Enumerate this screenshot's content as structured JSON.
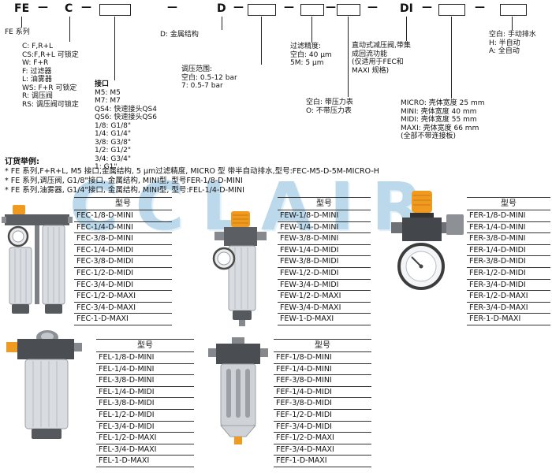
{
  "watermark": "CCLAIR",
  "code_builder": {
    "prefix": "FE",
    "type_code": "C",
    "structure_code": "D",
    "di_code": "DI",
    "dash": "—"
  },
  "annotations": {
    "series_label": "FE 系列",
    "type_options": [
      "C: F,R+L",
      "CS:F,R+L 可锁定",
      "W: F+R",
      "F: 过滤器",
      "L: 油雾器",
      "WS: F+R 可锁定",
      "R: 调压阀",
      "RS: 调压阀可锁定"
    ],
    "port_title": "接口",
    "port_options": [
      "M5: M5",
      "M7: M7",
      "QS4: 快速接头QS4",
      "QS6: 快速接头QS6",
      "1/8: G1/8\"",
      "1/4: G1/4\"",
      "3/8: G3/8\"",
      "1/2: G1/2\"",
      "3/4: G3/4\"",
      "1: G1\""
    ],
    "structure_label": "D: 金属结构",
    "pressure_range_title": "调压范围:",
    "pressure_range_options": [
      "空白: 0.5-12 bar",
      "7: 0.5-7 bar"
    ],
    "filtration_title": "过滤精度:",
    "filtration_options": [
      "空白: 40 μm",
      "5M: 5 μm"
    ],
    "gauge_options": [
      "空白: 带压力表",
      "O: 不带压力表"
    ],
    "di_lines": [
      "直动式减压阀,带集",
      "成回流功能",
      "(仅适用于FEC和",
      "MAXI 规格)"
    ],
    "size_lines": [
      "MICRO: 壳体宽度 25 mm",
      "MINI: 壳体宽度 40 mm",
      "MIDI: 壳体宽度 55 mm",
      "MAXI: 壳体宽度 66 mm",
      "(全部不带连接板)"
    ],
    "drain_options": [
      "空白: 手动排水",
      "H: 半自动",
      "A: 全自动"
    ]
  },
  "ordering": {
    "title": "订货举例:",
    "examples": [
      "* FE 系列,F+R+L, M5 接口,金属结构, 5 μm过滤精度, MICRO 型 带半自动排水,型号:FEC-M5-D-5M-MICRO-H",
      "* FE 系列,调压阀, G1/8\"接口, 金属结构, MINI型, 型号FER-1/8-D-MINI",
      "* FE 系列,油雾器, G1/4\"接口, 金属结构, MINI型, 型号:FEL-1/4-D-MINI"
    ]
  },
  "tables": {
    "header": "型号",
    "fec": [
      "FEC-1/8-D-MINI",
      "FEC-1/4-D-MINI",
      "FEC-3/8-D-MINI",
      "FEC-1/4-D-MIDI",
      "FEC-3/8-D-MIDI",
      "FEC-1/2-D-MIDI",
      "FEC-3/4-D-MIDI",
      "FEC-1/2-D-MAXI",
      "FEC-3/4-D-MAXI",
      "FEC-1-D-MAXI"
    ],
    "few": [
      "FEW-1/8-D-MINI",
      "FEW-1/4-D-MINI",
      "FEW-3/8-D-MINI",
      "FEW-1/4-D-MIDI",
      "FEW-3/8-D-MIDI",
      "FEW-1/2-D-MIDI",
      "FEW-3/4-D-MIDI",
      "FEW-1/2-D-MAXI",
      "FEW-3/4-D-MAXI",
      "FEW-1-D-MAXI"
    ],
    "fer": [
      "FER-1/8-D-MINI",
      "FER-1/4-D-MINI",
      "FER-3/8-D-MINI",
      "FER-1/4-D-MIDI",
      "FER-3/8-D-MIDI",
      "FER-1/2-D-MIDI",
      "FER-3/4-D-MIDI",
      "FER-1/2-D-MAXI",
      "FER-3/4-D-MAXI",
      "FER-1-D-MAXI"
    ],
    "fel": [
      "FEL-1/8-D-MINI",
      "FEL-1/4-D-MINI",
      "FEL-3/8-D-MINI",
      "FEL-1/4-D-MIDI",
      "FEL-3/8-D-MIDI",
      "FEL-1/2-D-MIDI",
      "FEL-3/4-D-MIDI",
      "FEL-1/2-D-MAXI",
      "FEL-3/4-D-MAXI",
      "FEL-1-D-MAXI"
    ],
    "fef": [
      "FEF-1/8-D-MINI",
      "FEF-1/4-D-MINI",
      "FEF-3/8-D-MINI",
      "FEF-1/4-D-MIDI",
      "FEF-3/8-D-MIDI",
      "FEF-1/2-D-MIDI",
      "FEF-3/4-D-MIDI",
      "FEF-1/2-D-MAXI",
      "FEF-3/4-D-MAXI",
      "FEF-1-D-MAXI"
    ]
  }
}
